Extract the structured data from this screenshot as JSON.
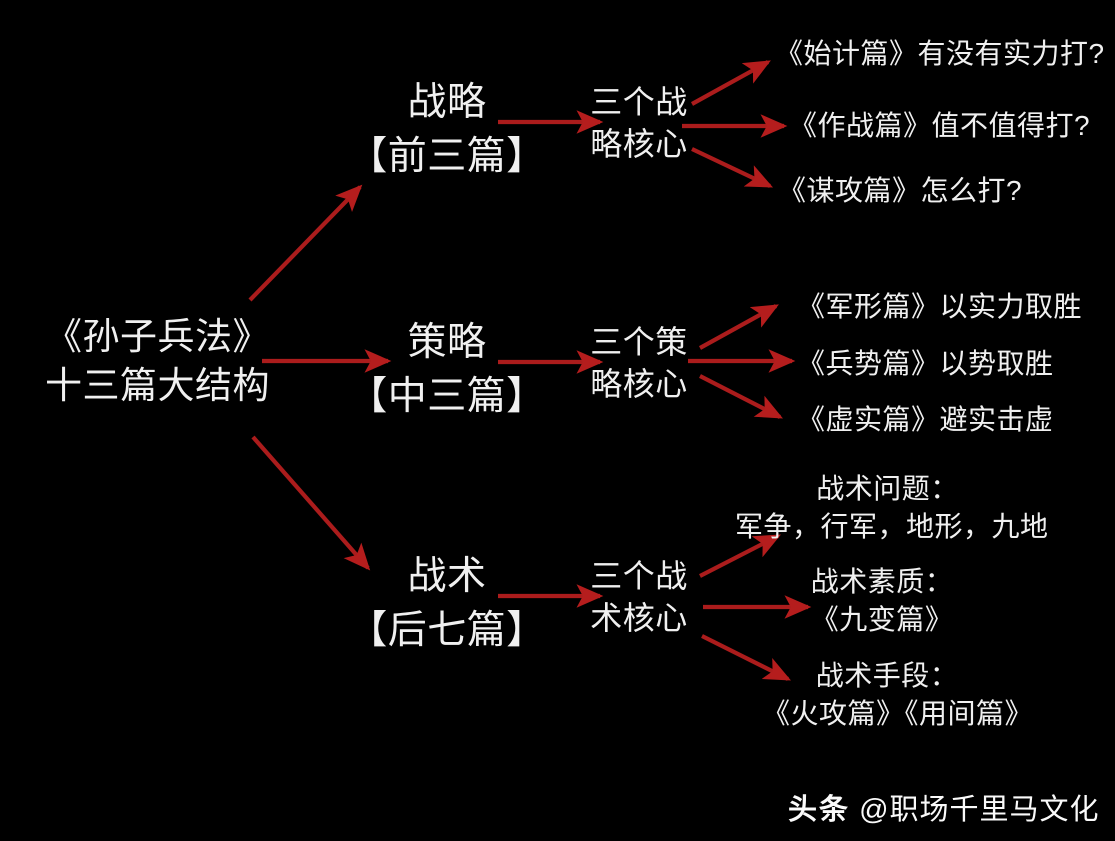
{
  "meta": {
    "background_color": "#000000",
    "text_color": "#f0f0f0",
    "arrow_color": "#aa1c1c",
    "arrow_color_bright": "#c42020"
  },
  "root": {
    "line1": "《孙子兵法》",
    "line2": "十三篇大结构"
  },
  "branches": [
    {
      "id": "strategy",
      "title_line1": "战略",
      "title_line2": "【前三篇】",
      "hub_line1": "三个战",
      "hub_line2": "略核心",
      "leaves": [
        {
          "text": "《始计篇》有没有实力打?"
        },
        {
          "text": "《作战篇》值不值得打?"
        },
        {
          "text": "《谋攻篇》怎么打?"
        }
      ]
    },
    {
      "id": "tactics-policy",
      "title_line1": "策略",
      "title_line2": "【中三篇】",
      "hub_line1": "三个策",
      "hub_line2": "略核心",
      "leaves": [
        {
          "text": "《军形篇》以实力取胜"
        },
        {
          "text": "《兵势篇》以势取胜"
        },
        {
          "text": "《虚实篇》避实击虚"
        }
      ]
    },
    {
      "id": "tactics",
      "title_line1": "战术",
      "title_line2": "【后七篇】",
      "hub_line1": "三个战",
      "hub_line2": "术核心",
      "leaves": [
        {
          "line1": "战术问题：",
          "line2": "军争，行军，地形，九地"
        },
        {
          "line1": "战术素质：",
          "line2": "《九变篇》"
        },
        {
          "line1": "战术手段：",
          "line2": "《火攻篇》《用间篇》"
        }
      ]
    }
  ],
  "watermark": {
    "brand": "头条",
    "handle": "@职场千里马文化"
  }
}
